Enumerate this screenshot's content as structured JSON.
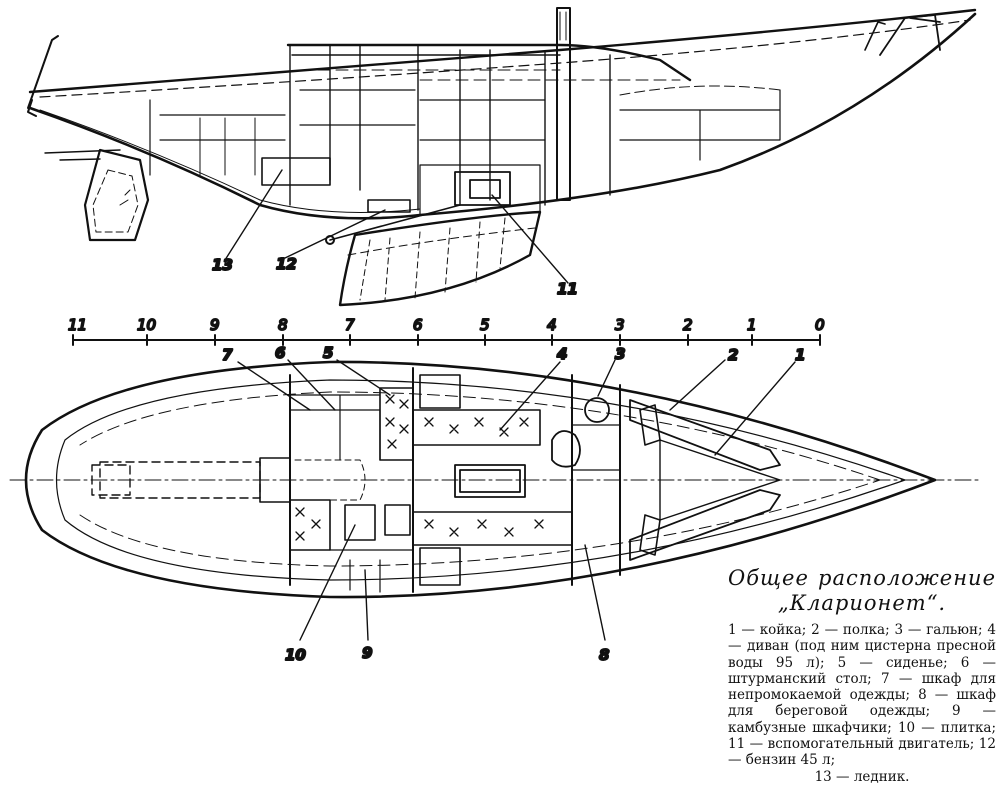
{
  "caption": {
    "title_line1": "Общее расположение",
    "title_line2": "„Кларионет“."
  },
  "legend": {
    "body": "1 — койка; 2 — полка; 3 — гальюн; 4 — диван (под ним цистерна пресной воды 95 л); 5 — сиденье; 6 — штурманский стол; 7 — шкаф для непромокаемой одежды; 8 — шкаф для береговой одежды; 9 — камбузные шкафчики; 10 — плитка; 11 — вспомогательный двигатель; 12 — бензин 45 л;",
    "last": "13 — ледник."
  },
  "scale": {
    "ticks": [
      "11",
      "10",
      "9",
      "8",
      "7",
      "6",
      "5",
      "4",
      "3",
      "2",
      "1",
      "0"
    ]
  },
  "profile_labels": [
    "13",
    "12",
    "11"
  ],
  "plan_labels_top": [
    "7",
    "6",
    "5",
    "4",
    "3",
    "2",
    "1"
  ],
  "plan_labels_bottom": [
    "10",
    "9",
    "8"
  ]
}
